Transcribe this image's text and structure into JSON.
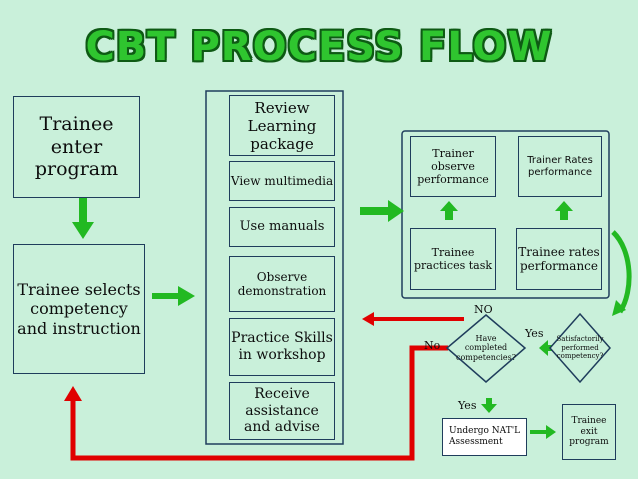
{
  "title": "CBT PROCESS FLOW",
  "colors": {
    "background": "#c9f0da",
    "arrow_green": "#22b922",
    "arrow_red": "#e00000",
    "border": "#1f3d5c"
  },
  "nodes": {
    "trainee_enter": "Trainee enter program",
    "trainee_selects": "Trainee selects competency and instruction",
    "review": "Review Learning package",
    "view": "View multimedia",
    "manuals": "Use manuals",
    "observe_demo": "Observe demonstration",
    "practice": "Practice Skills in workshop",
    "assistance": "Receive assistance and advise",
    "trainer_observe": "Trainer observe performance",
    "trainer_rates_top": "Trainer Rates performance",
    "trainee_practices": "Trainee practices task",
    "trainee_rates": "Trainee rates performance",
    "satisfactorily": "Satisfactorily performed competency?",
    "have_completed": "Have completed competencies?",
    "undergo": "Undergo NAT'L Assessment",
    "exit": "Trainee exit program"
  },
  "edge_labels": {
    "no_upper": "NO",
    "yes_right": "Yes",
    "no_left": "No",
    "yes_down": "Yes"
  }
}
